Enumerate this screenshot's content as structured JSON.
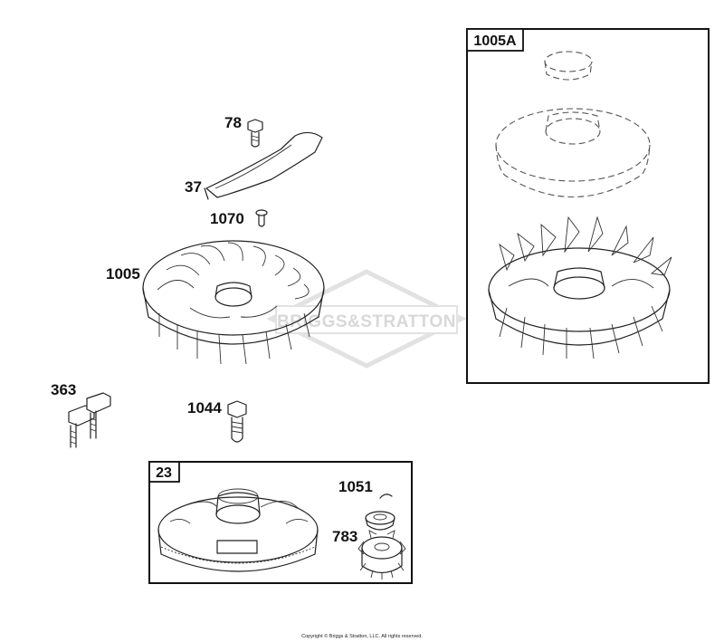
{
  "labels": {
    "p78": "78",
    "p37": "37",
    "p1070": "1070",
    "p1005": "1005",
    "p363": "363",
    "p1044": "1044",
    "p1051": "1051",
    "p783": "783"
  },
  "boxes": {
    "b1005a": "1005A",
    "b23": "23"
  },
  "watermark": "BRIGGS&STRATTON",
  "copyright": "Copyright © Briggs & Stratton, LLC. All rights reserved."
}
